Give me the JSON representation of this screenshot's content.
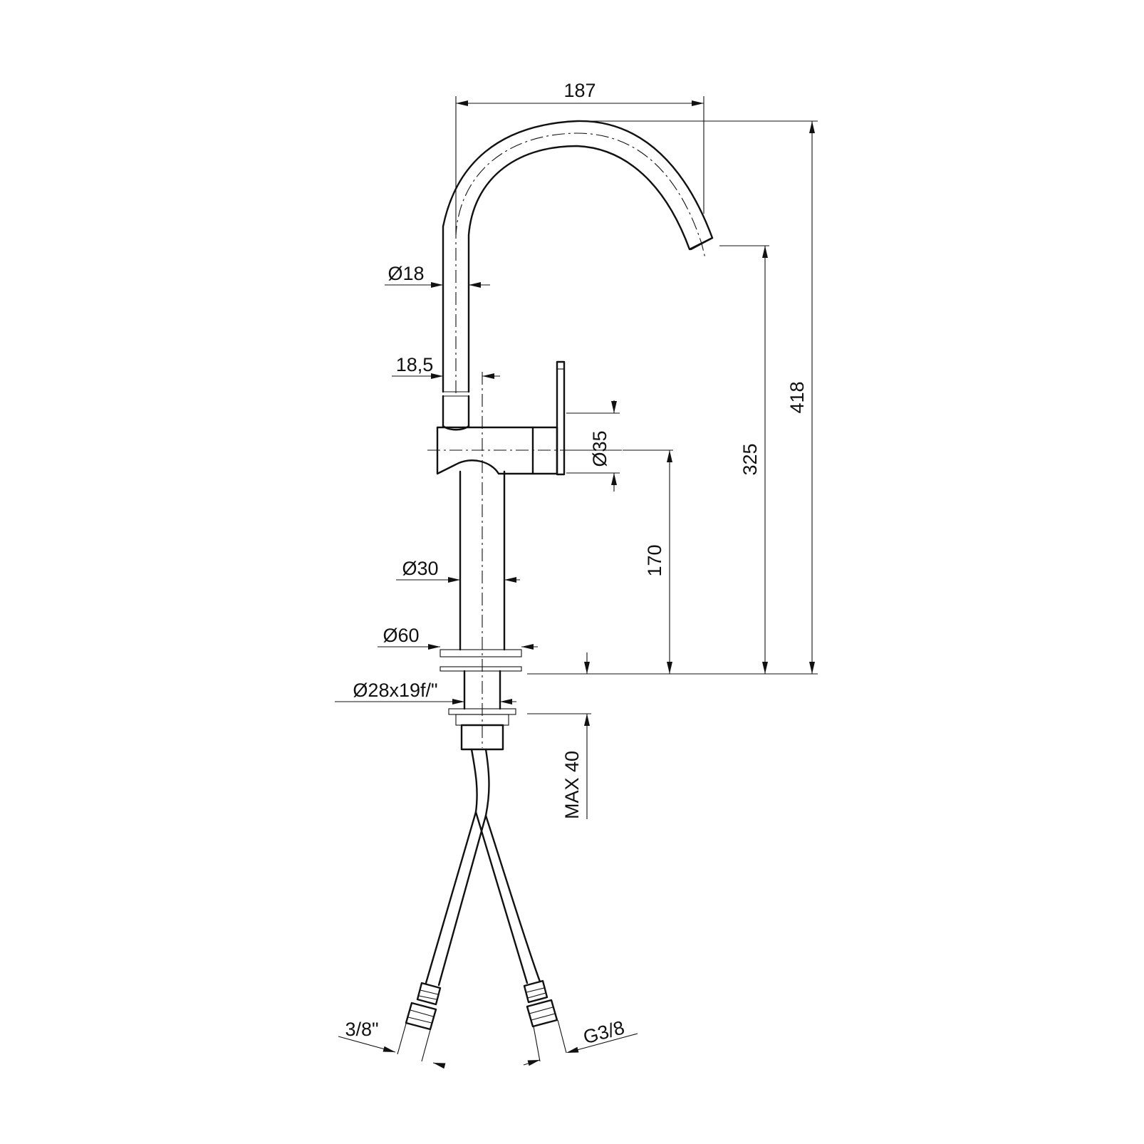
{
  "drawing": {
    "dimensions": {
      "spout_reach": "187",
      "total_height": "418",
      "spout_height": "325",
      "body_height": "170",
      "spout_diameter": "Ø18",
      "spout_offset": "18,5",
      "lever_diameter": "Ø35",
      "body_diameter": "Ø30",
      "base_diameter": "Ø60",
      "mount_thread": "Ø28x19f/\"",
      "max_deck_thickness": "MAX 40",
      "hose_thread_left": "3/8\"",
      "hose_thread_right": "G3/8"
    }
  }
}
